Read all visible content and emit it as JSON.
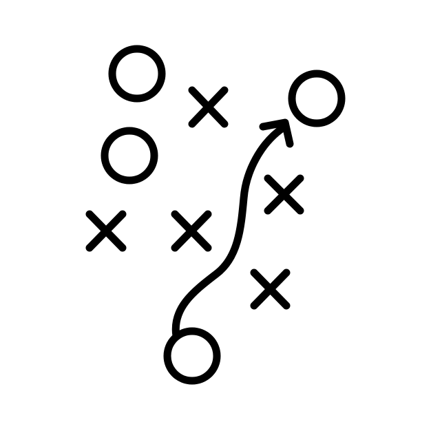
{
  "icon": {
    "semantic_name": "play-diagram-icon",
    "description_kind": "line-icon",
    "colors": {
      "background": "#ffffff",
      "stroke": "#000000"
    },
    "marks": {
      "circles": 4,
      "crosses": 5,
      "arrows": 1
    }
  }
}
